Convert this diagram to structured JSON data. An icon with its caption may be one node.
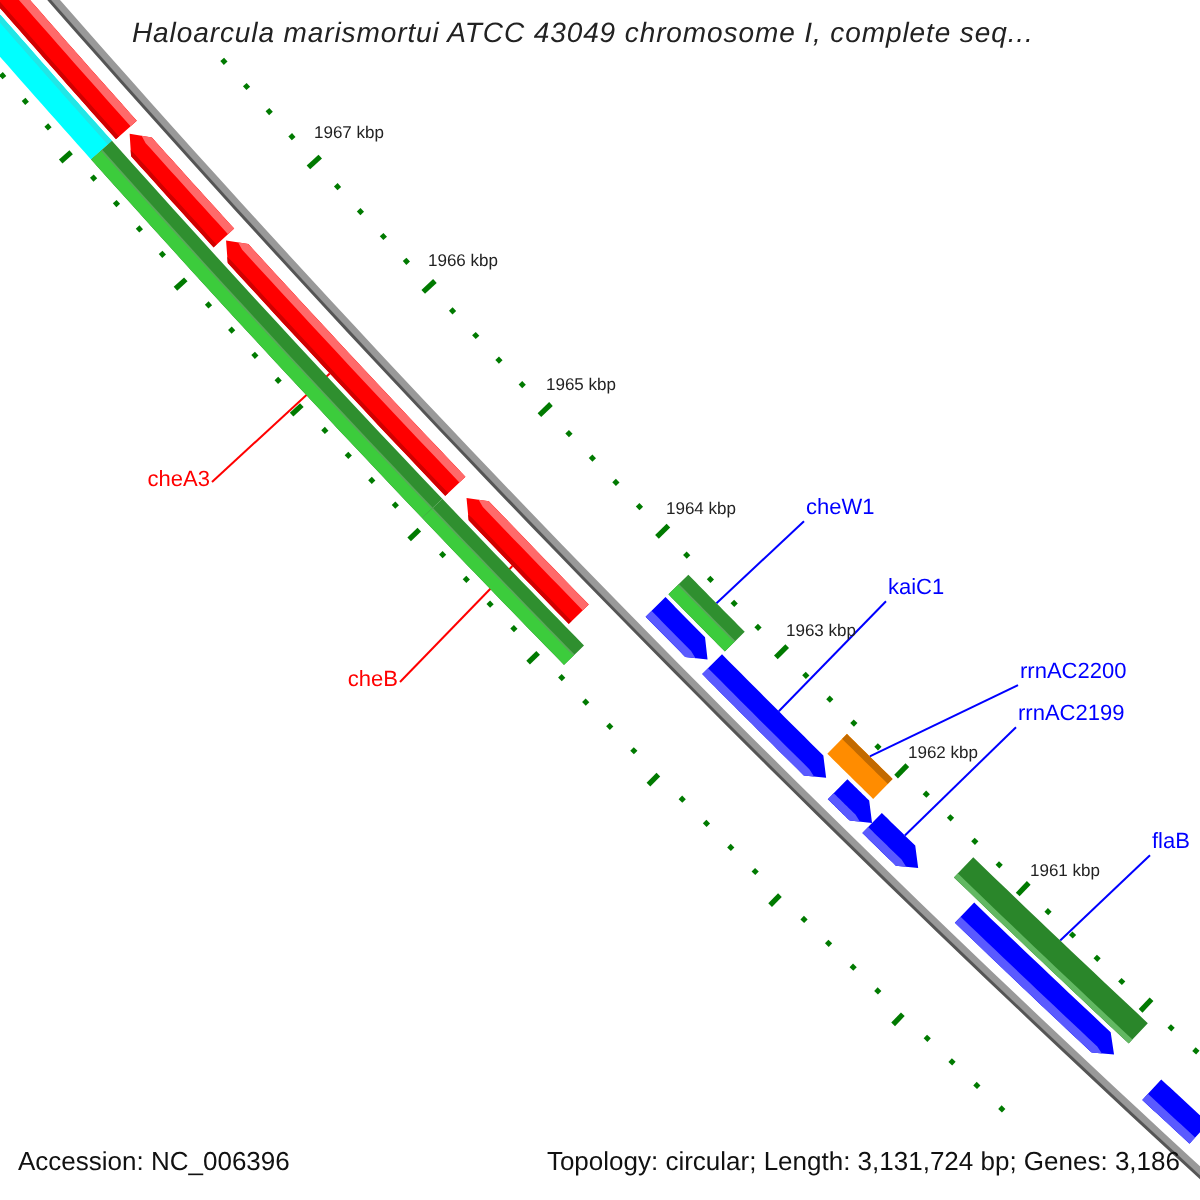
{
  "diagram": {
    "title": "Haloarcula marismortui ATCC 43049 chromosome I, complete seq...",
    "nodes": [
      {
        "text": [],
        "shape": "bar"
      },
      {
        "text": [],
        "shape": "bar"
      },
      {
        "text": [],
        "shape": "bar"
      },
      {
        "text": [],
        "shape": "bar"
      },
      {
        "text": [],
        "shape": "bar"
      },
      {
        "text": [],
        "shape": "bar"
      },
      {
        "text": [],
        "shape": "bar"
      },
      {
        "text": [],
        "shape": "bar"
      },
      {
        "text": [],
        "shape": "bar"
      },
      {
        "text": [],
        "shape": "bar"
      },
      {
        "text": [],
        "shape": "bar"
      },
      {
        "text": [],
        "shape": "bar"
      },
      {
        "text": [],
        "shape": "bar"
      },
      {
        "text": [],
        "shape": "bar"
      },
      {
        "text": [],
        "shape": "bar"
      },
      {
        "text": [],
        "shape": "bar"
      },
      {
        "text": [
          "cheA3"
        ]
      },
      {
        "text": [
          "cheW1"
        ]
      },
      {
        "text": [
          "kaiC1"
        ]
      },
      {
        "text": [
          "rrnAC2200"
        ]
      },
      {
        "text": [
          "cheB"
        ]
      },
      {
        "text": [
          "rrnAC2199"
        ]
      },
      {
        "text": [
          "flaB"
        ]
      }
    ],
    "edges": [
      {
        "from": 16,
        "to": 4,
        "arrow": "none",
        "color": "#ff0000"
      },
      {
        "from": 17,
        "to": 8,
        "arrow": "none"
      },
      {
        "from": 18,
        "to": 9,
        "arrow": "none"
      },
      {
        "from": 19,
        "to": 10,
        "arrow": "none"
      },
      {
        "from": 20,
        "to": 6,
        "arrow": "none",
        "color": "#ff0000"
      },
      {
        "from": 21,
        "to": 12,
        "arrow": "none"
      },
      {
        "from": 22,
        "to": 13,
        "arrow": "none"
      }
    ],
    "labels": [
      "1967 kbp",
      "1966 kbp",
      "1965 kbp",
      "1964 kbp",
      "1963 kbp",
      "1962 kbp",
      "1961 kbp",
      "Accession: NC_006396",
      "Topology: circular; Length: 3,131,724 bp; Genes: 3,186"
    ]
  }
}
